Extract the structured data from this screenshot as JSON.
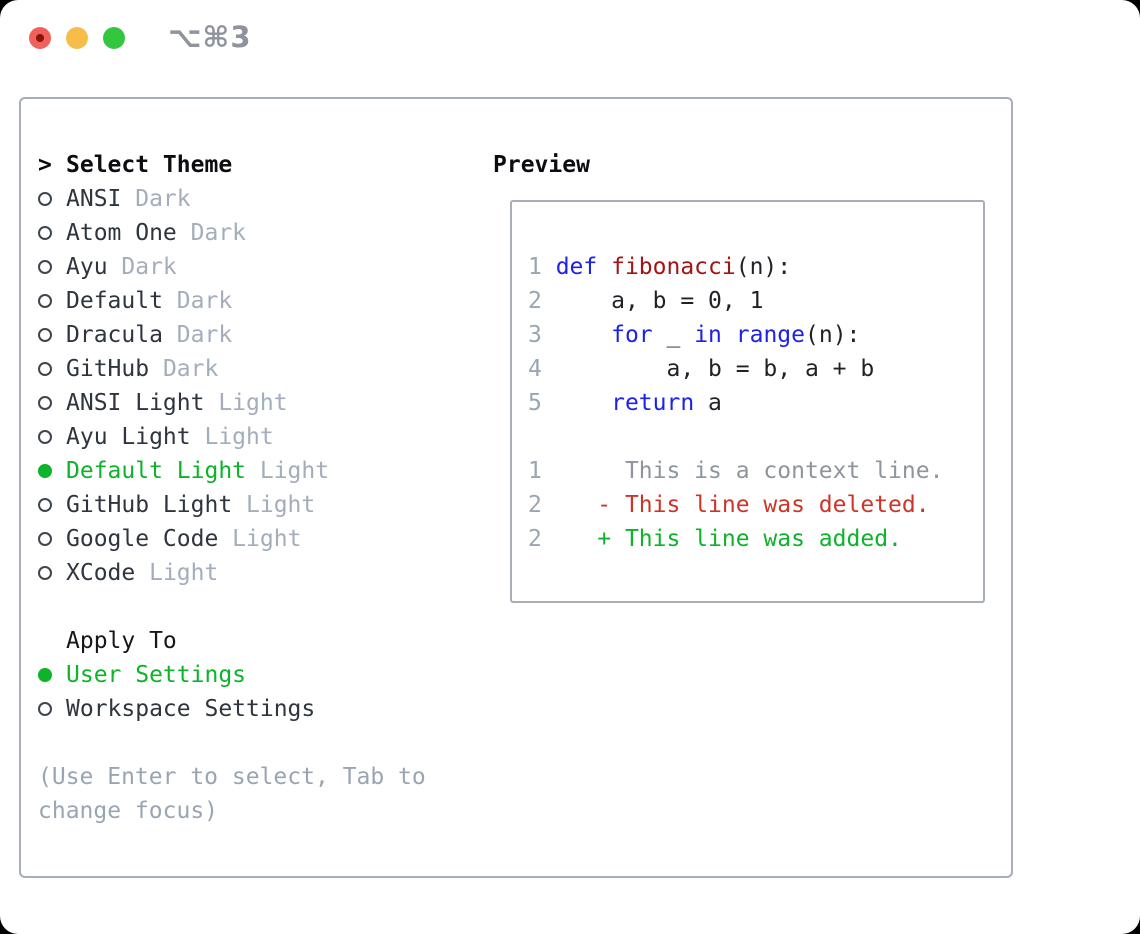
{
  "window": {
    "shortcut": "⌥⌘3",
    "traffic_lights": [
      "close",
      "minimize",
      "zoom"
    ]
  },
  "theme_panel": {
    "focus_marker": ">",
    "select_header": "Select Theme",
    "themes": [
      {
        "name": "ANSI",
        "tag": "Dark",
        "selected": false
      },
      {
        "name": "Atom One",
        "tag": "Dark",
        "selected": false
      },
      {
        "name": "Ayu",
        "tag": "Dark",
        "selected": false
      },
      {
        "name": "Default",
        "tag": "Dark",
        "selected": false
      },
      {
        "name": "Dracula",
        "tag": "Dark",
        "selected": false
      },
      {
        "name": "GitHub",
        "tag": "Dark",
        "selected": false
      },
      {
        "name": "ANSI Light",
        "tag": "Light",
        "selected": false
      },
      {
        "name": "Ayu Light",
        "tag": "Light",
        "selected": false
      },
      {
        "name": "Default Light",
        "tag": "Light",
        "selected": true
      },
      {
        "name": "GitHub Light",
        "tag": "Light",
        "selected": false
      },
      {
        "name": "Google Code",
        "tag": "Light",
        "selected": false
      },
      {
        "name": "XCode",
        "tag": "Light",
        "selected": false
      }
    ],
    "apply_header": "Apply To",
    "apply_targets": [
      {
        "name": "User Settings",
        "selected": true
      },
      {
        "name": "Workspace Settings",
        "selected": false
      }
    ],
    "hint_lines": [
      "(Use Enter to select, Tab to",
      "change focus)"
    ]
  },
  "preview": {
    "header": "Preview",
    "code_lines": [
      [
        [
          "1 ",
          "ln"
        ],
        [
          "def ",
          "kw"
        ],
        [
          "fibonacci",
          "fn"
        ],
        [
          "(n):",
          "pl"
        ]
      ],
      [
        [
          "2 ",
          "ln"
        ],
        [
          "    a, b = 0, 1",
          "pl"
        ]
      ],
      [
        [
          "3 ",
          "ln"
        ],
        [
          "    ",
          "pl"
        ],
        [
          "for",
          "kw"
        ],
        [
          " _ ",
          "pl"
        ],
        [
          "in",
          "kw"
        ],
        [
          " ",
          "pl"
        ],
        [
          "range",
          "kw"
        ],
        [
          "(n):",
          "pl"
        ]
      ],
      [
        [
          "4 ",
          "ln"
        ],
        [
          "        a, b = b, a + b",
          "pl"
        ]
      ],
      [
        [
          "5 ",
          "ln"
        ],
        [
          "    ",
          "pl"
        ],
        [
          "return",
          "kw"
        ],
        [
          " a",
          "pl"
        ]
      ],
      [],
      [
        [
          "1",
          "ln"
        ],
        [
          "      This is a context line.",
          "ctx"
        ]
      ],
      [
        [
          "2",
          "ln"
        ],
        [
          "    - This line was deleted.",
          "del"
        ]
      ],
      [
        [
          "2",
          "ln"
        ],
        [
          "    + This line was added.",
          "add"
        ]
      ]
    ]
  },
  "colors": {
    "selected_green": "#0db32a",
    "keyword_blue": "#1c22e6",
    "function_red": "#a31515",
    "diff_deleted_red": "#cd352a",
    "diff_added_green": "#0db32a",
    "muted_gray": "#9aa5b3",
    "text_dark": "#2f353e",
    "panel_border": "#a7aeb8",
    "traffic_red": "#f1605b",
    "traffic_yellow": "#f6bd4b",
    "traffic_green": "#32c73f"
  }
}
